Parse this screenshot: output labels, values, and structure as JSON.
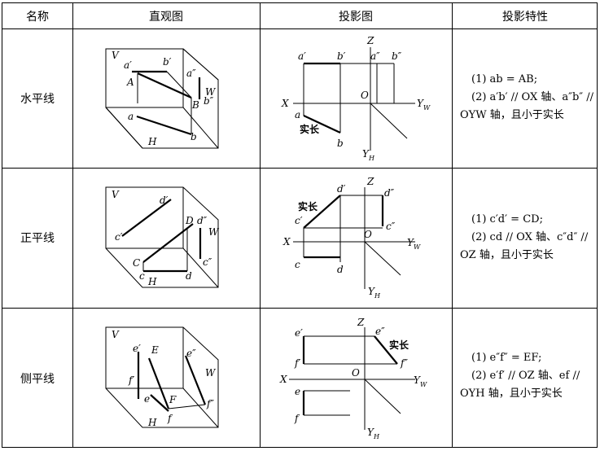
{
  "headers": [
    "名称",
    "直观图",
    "投影图",
    "投影特性"
  ],
  "rows": [
    {
      "name": "水平线",
      "pictorial": {
        "V": "V",
        "W": "W",
        "H": "H",
        "a1": "a′",
        "b1": "b′",
        "a2": "a″",
        "b2": "b″",
        "A": "A",
        "B": "B",
        "a": "a",
        "b": "b"
      },
      "projection": {
        "Z": "Z",
        "X": "X",
        "O": "O",
        "YW": "Y",
        "YWsub": "W",
        "YH": "Y",
        "YHsub": "H",
        "a1": "a′",
        "b1": "b′",
        "a2": "a″",
        "b2": "b″",
        "a": "a",
        "b": "b",
        "true_len": "实长"
      },
      "props": [
        "(1) ab = AB;",
        "(2) a′b′ // OX 轴、a″b″ //",
        "OYW 轴，且小于实长"
      ]
    },
    {
      "name": "正平线",
      "pictorial": {
        "V": "V",
        "W": "W",
        "H": "H",
        "c1": "c′",
        "d1": "d′",
        "D": "D",
        "d2": "d″",
        "c2": "c″",
        "C": "C",
        "c": "c",
        "d": "d"
      },
      "projection": {
        "Z": "Z",
        "X": "X",
        "O": "O",
        "YW": "Y",
        "YWsub": "W",
        "YH": "Y",
        "YHsub": "H",
        "c1": "c′",
        "d1": "d′",
        "d2": "d″",
        "c2": "c″",
        "c": "c",
        "d": "d",
        "true_len": "实长"
      },
      "props": [
        "(1) c′d′ = CD;",
        "(2) cd // OX 轴、c″d″ //",
        "OZ 轴，且小于实长"
      ]
    },
    {
      "name": "侧平线",
      "pictorial": {
        "V": "V",
        "W": "W",
        "H": "H",
        "e1": "e′",
        "E": "E",
        "e2": "e″",
        "f1": "f′",
        "e": "e",
        "F": "F",
        "f2": "f″",
        "f": "f"
      },
      "projection": {
        "Z": "Z",
        "X": "X",
        "O": "O",
        "YW": "Y",
        "YWsub": "W",
        "YH": "Y",
        "YHsub": "H",
        "e1": "e′",
        "e2": "e″",
        "f1": "f′",
        "f2": "f″",
        "e": "e",
        "f": "f",
        "true_len": "实长"
      },
      "props": [
        "(1) e″f″ = EF;",
        "(2) e′f′ // OZ 轴、ef //",
        "OYH 轴，且小于实长"
      ]
    }
  ]
}
